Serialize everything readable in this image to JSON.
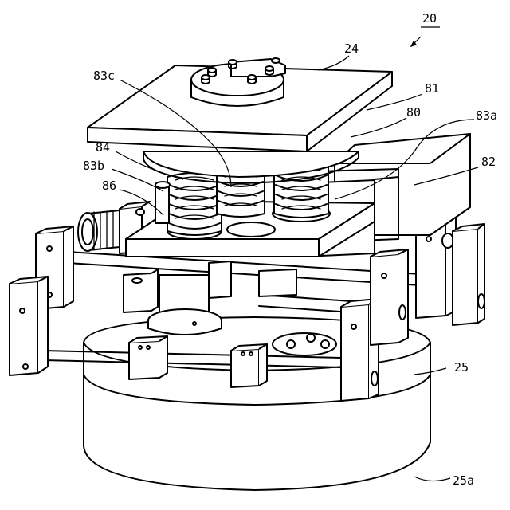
{
  "figure": {
    "ref_main": "20",
    "labels": {
      "l24": "24",
      "l81": "81",
      "l80": "80",
      "l83a": "83a",
      "l83c": "83c",
      "l84": "84",
      "l83b": "83b",
      "l82": "82",
      "l86": "86",
      "l25": "25",
      "l25a": "25a"
    }
  }
}
